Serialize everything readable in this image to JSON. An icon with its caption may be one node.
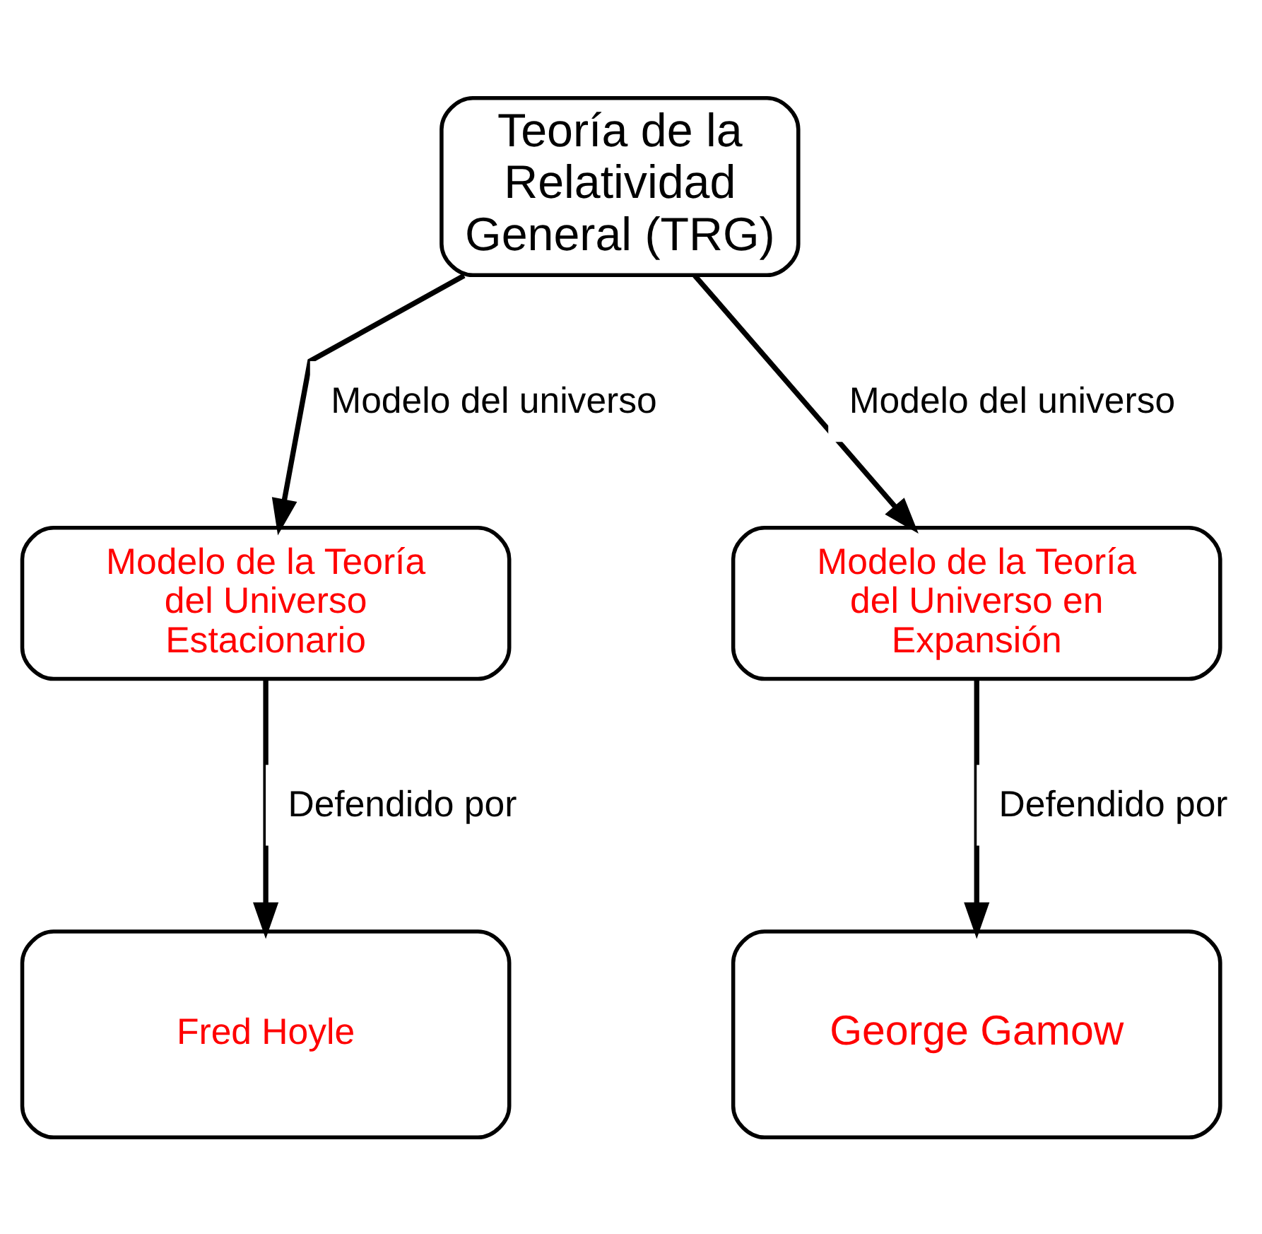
{
  "diagram": {
    "nodes": [
      {
        "text": [
          "Teoría de la Relatividad General (TRG)"
        ]
      },
      {
        "text": [
          "Modelo de la Teoría del Universo Estacionario"
        ]
      },
      {
        "text": [
          "Modelo de la Teoría del Universo en Expansión"
        ]
      },
      {
        "text": [
          "Fred Hoyle"
        ]
      },
      {
        "text": [
          "George Gamow"
        ]
      }
    ],
    "edges": [
      {
        "from": 0,
        "to": 1,
        "arrow": "to",
        "label": "Modelo del universo"
      },
      {
        "from": 0,
        "to": 2,
        "arrow": "to",
        "label": "Modelo del universo"
      },
      {
        "from": 1,
        "to": 3,
        "arrow": "to",
        "label": "Defendido por"
      },
      {
        "from": 2,
        "to": 4,
        "arrow": "to",
        "label": "Defendido por"
      }
    ]
  }
}
